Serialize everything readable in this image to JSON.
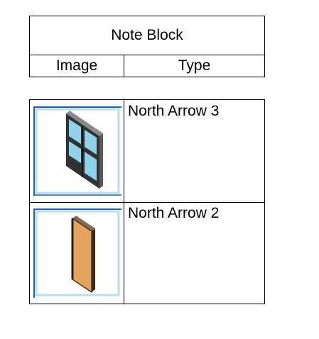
{
  "schedule": {
    "title": "Note Block",
    "columns": {
      "image": "Image",
      "type": "Type"
    },
    "rows": [
      {
        "type": "North Arrow 3",
        "image_icon": "window-icon"
      },
      {
        "type": "North Arrow 2",
        "image_icon": "door-icon"
      }
    ]
  },
  "colors": {
    "frame_blue": "#1f5fa8",
    "frame_light": "#b9dcef",
    "door_fill": "#e3a460",
    "window_glass": "#8fd3ea"
  }
}
